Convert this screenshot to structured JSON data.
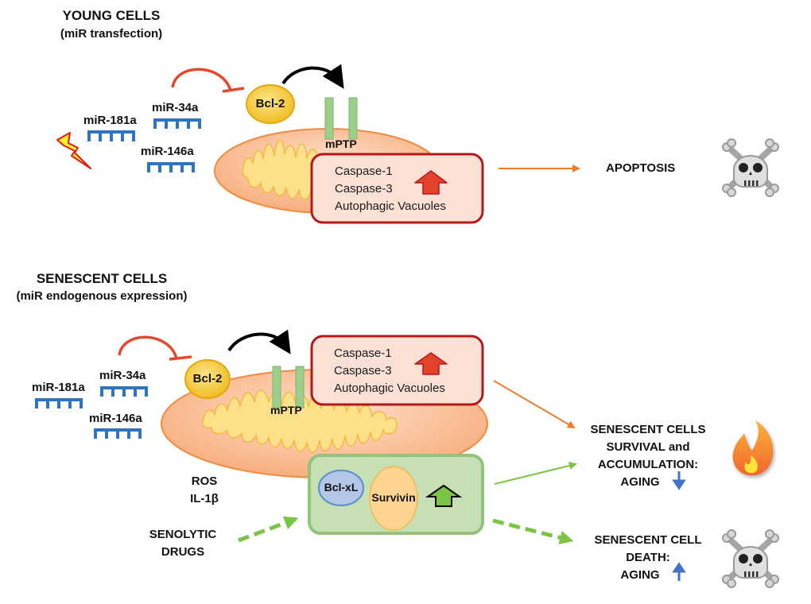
{
  "young": {
    "title": "YOUNG CELLS",
    "subtitle": "(miR transfection)",
    "mirs": [
      "miR-181a",
      "miR-34a",
      "miR-146a"
    ],
    "bcl2": "Bcl-2",
    "mptp": "mPTP",
    "box_lines": [
      "Caspase-1",
      "Caspase-3",
      "Autophagic Vacuoles"
    ],
    "outcome": "APOPTOSIS",
    "outcome_icon": "skull-crossbones-icon"
  },
  "senescent": {
    "title": "SENESCENT CELLS",
    "subtitle": "(miR endogenous expression)",
    "mirs": [
      "miR-181a",
      "miR-34a",
      "miR-146a"
    ],
    "bcl2": "Bcl-2",
    "mptp": "mPTP",
    "box_lines": [
      "Caspase-1",
      "Caspase-3",
      "Autophagic Vacuoles"
    ],
    "stress_lines": [
      "ROS",
      "IL-1β"
    ],
    "senolytic_lines": [
      "SENOLYTIC",
      "DRUGS"
    ],
    "survival_box": {
      "bclxl": "Bcl-xL",
      "survivin": "Survivin"
    },
    "outcome_survival": [
      "SENESCENT CELLS",
      "SURVIVAL and",
      "ACCUMULATION:",
      "AGING"
    ],
    "outcome_death": [
      "SENESCENT CELL",
      "DEATH:",
      "AGING"
    ],
    "aging_survival_direction": "down",
    "aging_death_direction": "up"
  },
  "colors": {
    "inhibit": "#e2492d",
    "mir_blue": "#2f74bf",
    "bcl2_fill": "#f2c230",
    "mito_outer": "#f8b98e",
    "mito_inner": "#fde08a",
    "mptp": "#9ccf8a",
    "red_box_border": "#b3191c",
    "red_box_fill": "#fbe1d5",
    "red_arrow": "#e2432a",
    "green_box_fill": "#c6e0b4",
    "green_box_border": "#93c47d",
    "green_arrow": "#7cc444",
    "orange_arrow": "#ee7d31",
    "blue_arrow": "#4472c4",
    "bclxl_fill": "#b4c7e7",
    "survivin_fill": "#ffd591"
  }
}
